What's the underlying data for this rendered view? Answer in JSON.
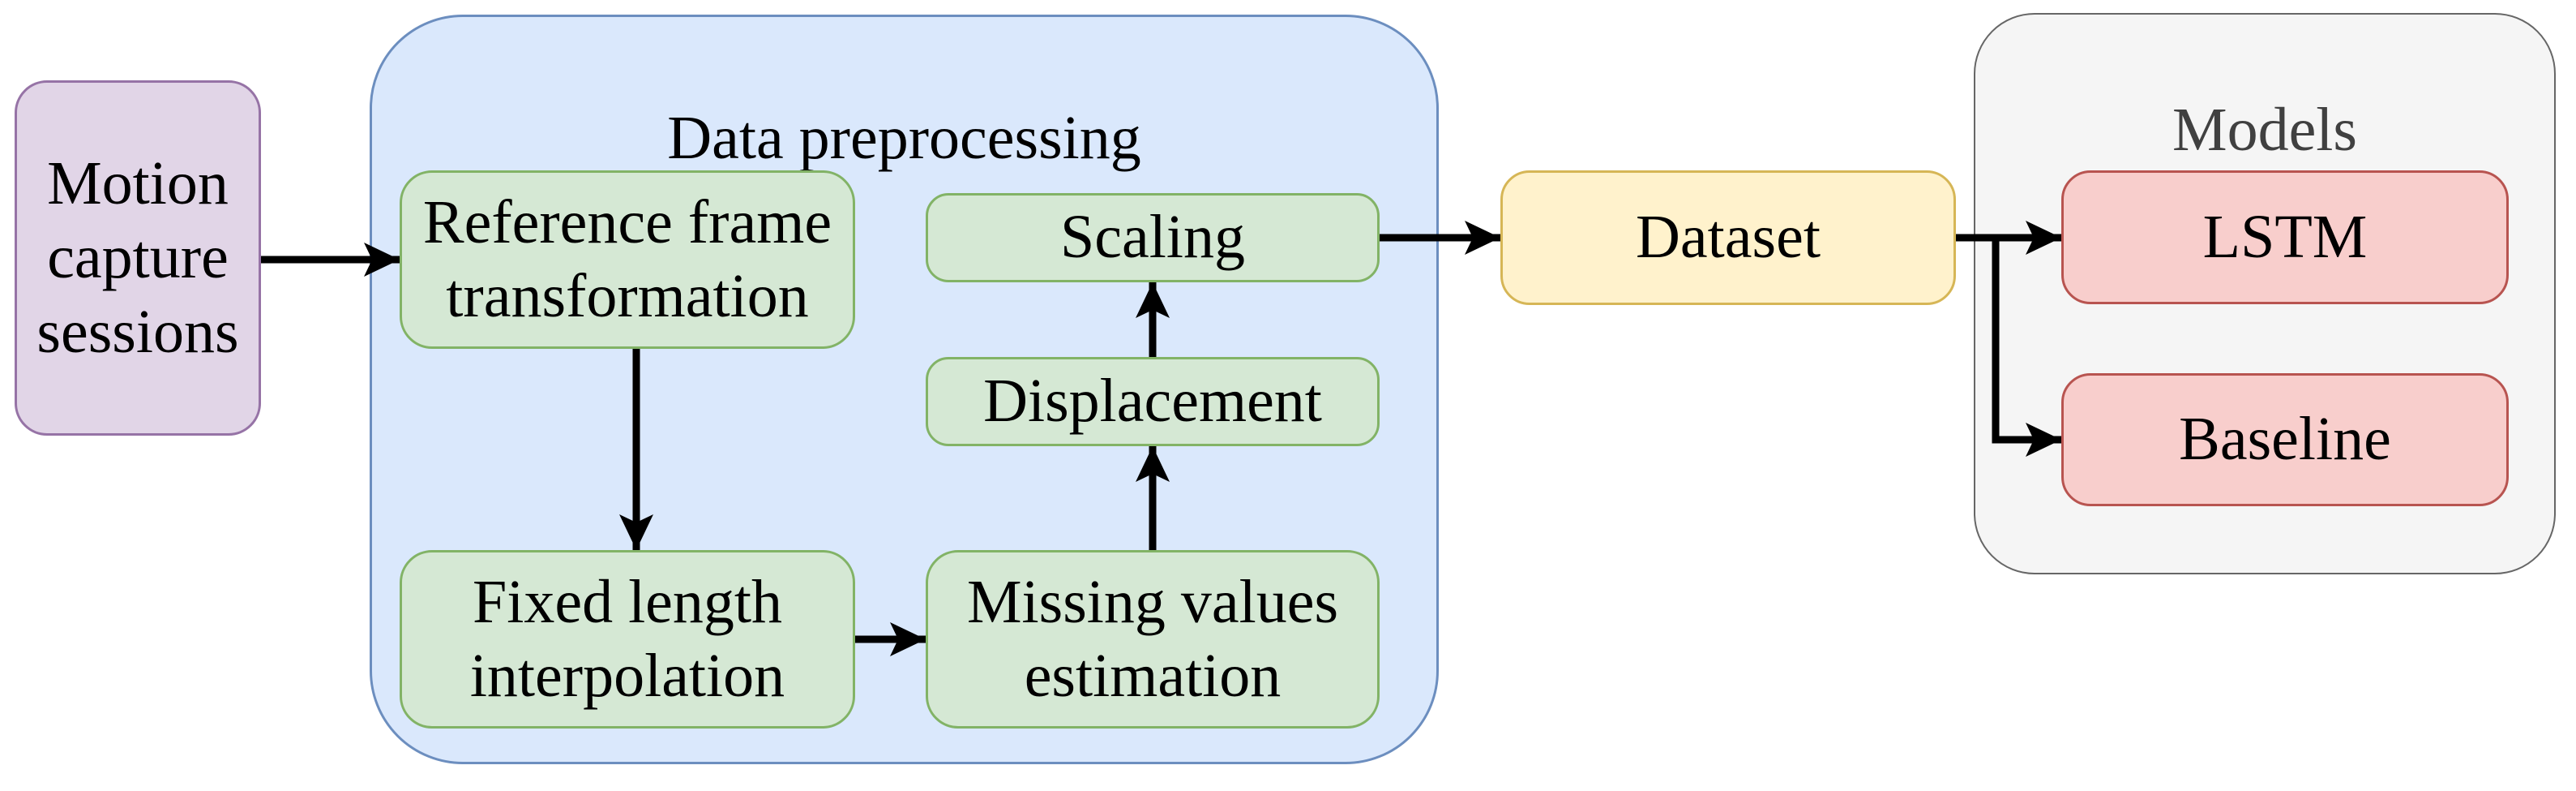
{
  "palette": {
    "background": "#ffffff",
    "arrow": "#000000",
    "text": "#000000",
    "container_title_text": "#000000",
    "models_title_text": "#404040",
    "purple": {
      "fill": "#e1d5e7",
      "stroke": "#9673a6"
    },
    "blue": {
      "fill": "#dae8fc",
      "stroke": "#6c8ebf"
    },
    "green": {
      "fill": "#d5e8d4",
      "stroke": "#82b366"
    },
    "yellow": {
      "fill": "#fff2cc",
      "stroke": "#d6b656"
    },
    "gray": {
      "fill": "#f5f5f5",
      "stroke": "#666666"
    },
    "red": {
      "fill": "#f8cecc",
      "stroke": "#b85450"
    }
  },
  "nodes": {
    "motion_capture": {
      "lines": [
        "Motion",
        "capture",
        "sessions"
      ]
    },
    "preprocessing": {
      "title": "Data preprocessing"
    },
    "reference_frame": {
      "lines": [
        "Reference frame",
        "transformation"
      ]
    },
    "fixed_length": {
      "lines": [
        "Fixed length",
        "interpolation"
      ]
    },
    "scaling": {
      "label": "Scaling"
    },
    "displacement": {
      "label": "Displacement"
    },
    "missing_values": {
      "lines": [
        "Missing values",
        "estimation"
      ]
    },
    "dataset": {
      "label": "Dataset"
    },
    "models": {
      "title": "Models"
    },
    "lstm": {
      "label": "LSTM"
    },
    "baseline": {
      "label": "Baseline"
    }
  },
  "edges": [
    {
      "from": "motion_capture",
      "to": "reference_frame"
    },
    {
      "from": "reference_frame",
      "to": "fixed_length"
    },
    {
      "from": "fixed_length",
      "to": "missing_values"
    },
    {
      "from": "missing_values",
      "to": "displacement"
    },
    {
      "from": "displacement",
      "to": "scaling"
    },
    {
      "from": "scaling",
      "to": "dataset"
    },
    {
      "from": "dataset",
      "to": "lstm"
    },
    {
      "from": "dataset",
      "to": "baseline"
    }
  ]
}
